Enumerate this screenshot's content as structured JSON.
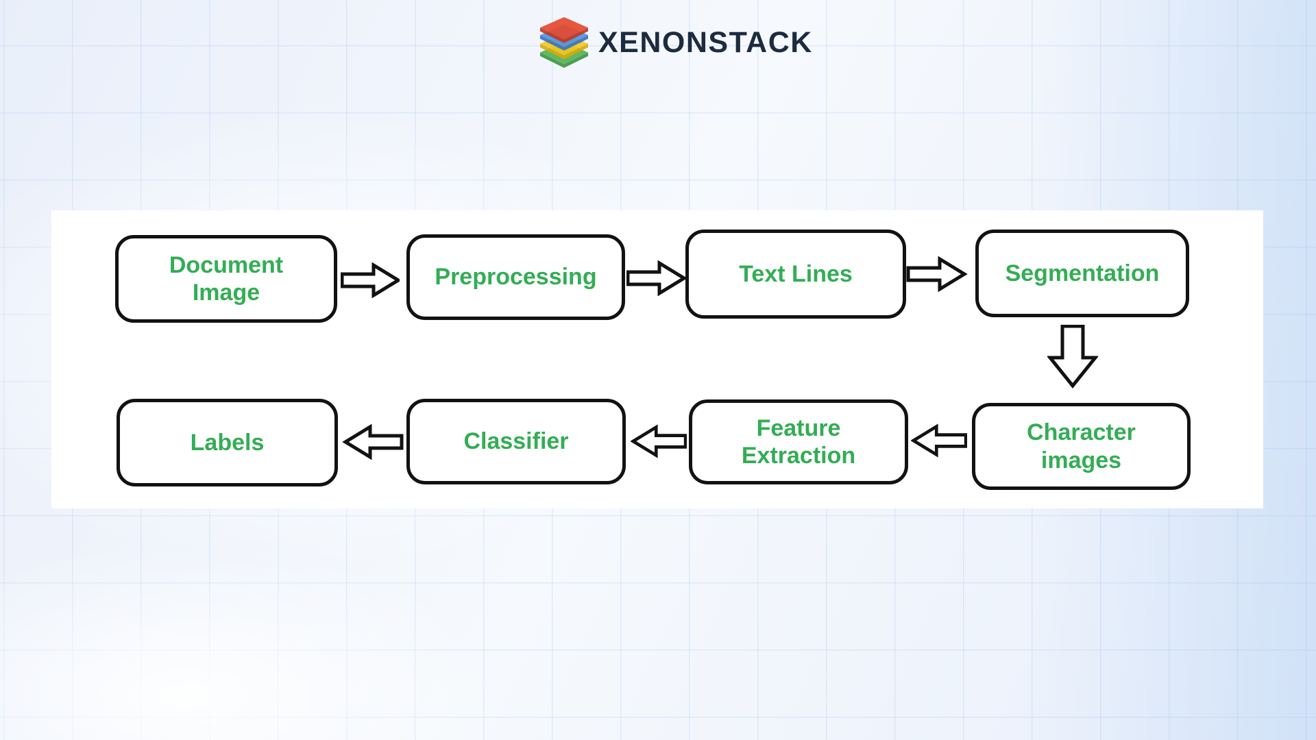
{
  "brand": {
    "name": "XENONSTACK",
    "icon": "stacked-layers-logo-icon"
  },
  "colors": {
    "node_text_green": "#33ad55",
    "node_border": "#121212",
    "logo_text": "#1d2b3f",
    "logo_layers": [
      "#e64a2e",
      "#4b94ea",
      "#f6c81c",
      "#51b253"
    ],
    "background_tint": "#edf2fa",
    "panel_background": "#ffffff"
  },
  "diagram": {
    "nodes": [
      {
        "id": "document-image",
        "label": "Document\nImage"
      },
      {
        "id": "preprocessing",
        "label": "Preprocessing"
      },
      {
        "id": "text-lines",
        "label": "Text Lines"
      },
      {
        "id": "segmentation",
        "label": "Segmentation"
      },
      {
        "id": "character-images",
        "label": "Character\nimages"
      },
      {
        "id": "feature-extraction",
        "label": "Feature\nExtraction"
      },
      {
        "id": "classifier",
        "label": "Classifier"
      },
      {
        "id": "labels",
        "label": "Labels"
      }
    ],
    "flow": [
      {
        "from": "Document Image",
        "to": "Preprocessing",
        "arrow": "right"
      },
      {
        "from": "Preprocessing",
        "to": "Text Lines",
        "arrow": "right"
      },
      {
        "from": "Text Lines",
        "to": "Segmentation",
        "arrow": "right"
      },
      {
        "from": "Segmentation",
        "to": "Character images",
        "arrow": "down"
      },
      {
        "from": "Character images",
        "to": "Feature Extraction",
        "arrow": "left"
      },
      {
        "from": "Feature Extraction",
        "to": "Classifier",
        "arrow": "left"
      },
      {
        "from": "Classifier",
        "to": "Labels",
        "arrow": "left"
      }
    ]
  }
}
